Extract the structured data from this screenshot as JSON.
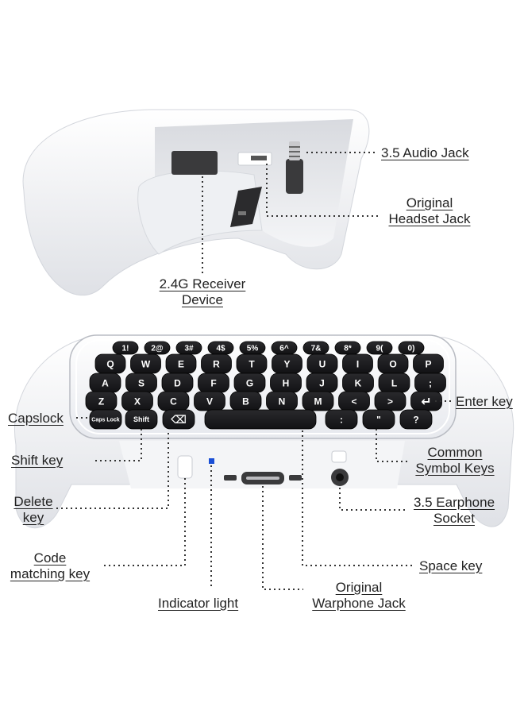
{
  "labels": {
    "audio_jack": "3.5 Audio Jack",
    "headset_jack": [
      "Original",
      "Headset Jack"
    ],
    "receiver": [
      "2.4G Receiver",
      "Device"
    ],
    "capslock": "Capslock",
    "enter_key": "Enter key",
    "shift_key": "Shift key",
    "common_symbol_keys": [
      "Common",
      "Symbol Keys"
    ],
    "delete_key": [
      "Delete",
      "key"
    ],
    "earphone_socket": [
      "3.5 Earphone",
      "Socket"
    ],
    "code_matching_key": [
      "Code",
      "matching key"
    ],
    "space_key": "Space key",
    "indicator_light": "Indicator light",
    "warphone_jack": [
      "Original",
      "Warphone Jack"
    ]
  },
  "keyboard": {
    "row1": [
      "1!",
      "2@",
      "3#",
      "4$",
      "5%",
      "6^",
      "7&",
      "8*",
      "9(",
      "0)"
    ],
    "row2": [
      "Q",
      "W",
      "E",
      "R",
      "T",
      "Y",
      "U",
      "I",
      "O",
      "P"
    ],
    "row3": [
      "A",
      "S",
      "D",
      "F",
      "G",
      "H",
      "J",
      "K",
      "L",
      ";"
    ],
    "row4": [
      "Z",
      "X",
      "C",
      "V",
      "B",
      "N",
      "M",
      "<",
      ">",
      "↵"
    ],
    "row5_left": [
      "Caps Lock",
      "Shift",
      "⌫"
    ],
    "row5_right": [
      ":",
      "\"",
      "?"
    ]
  },
  "colors": {
    "device_white": "#f1f2f5",
    "key_black": "#1c1c1e",
    "indicator_blue": "#1a4fd6",
    "leader_line": "#333333"
  }
}
